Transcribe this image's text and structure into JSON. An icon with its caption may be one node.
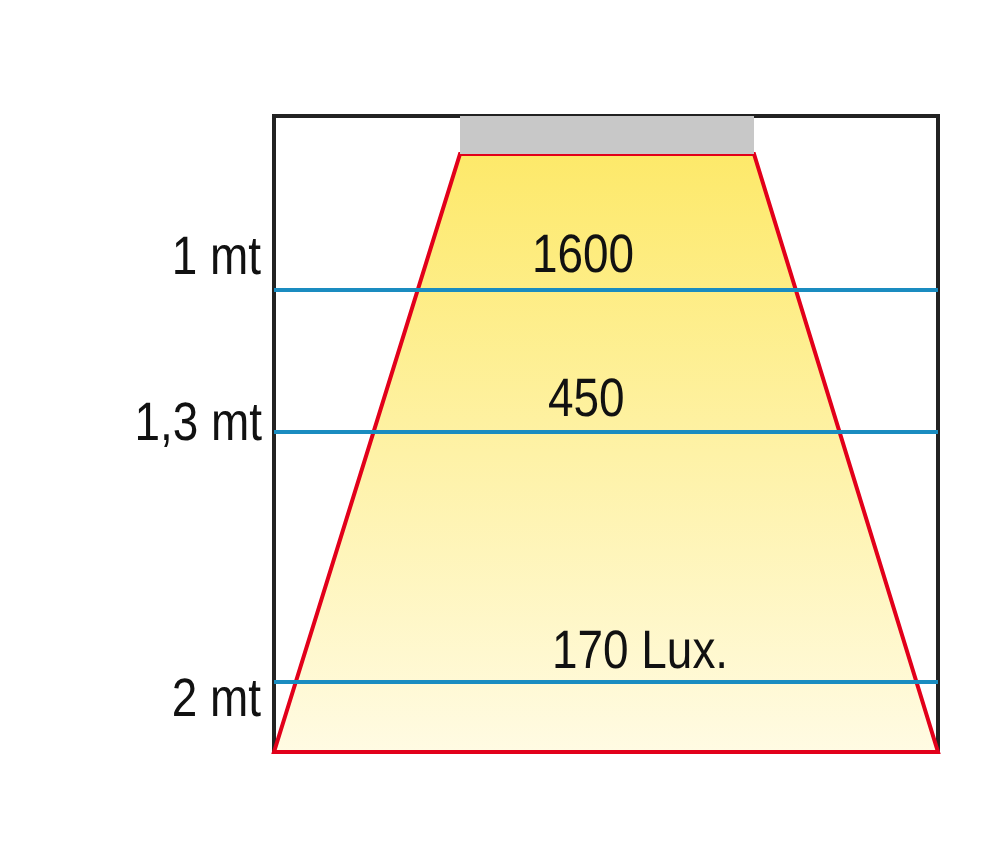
{
  "diagram": {
    "labels": [
      "1 mt",
      "1600",
      "1,3 mt",
      "450",
      "170 Lux.",
      "2 mt"
    ]
  }
}
